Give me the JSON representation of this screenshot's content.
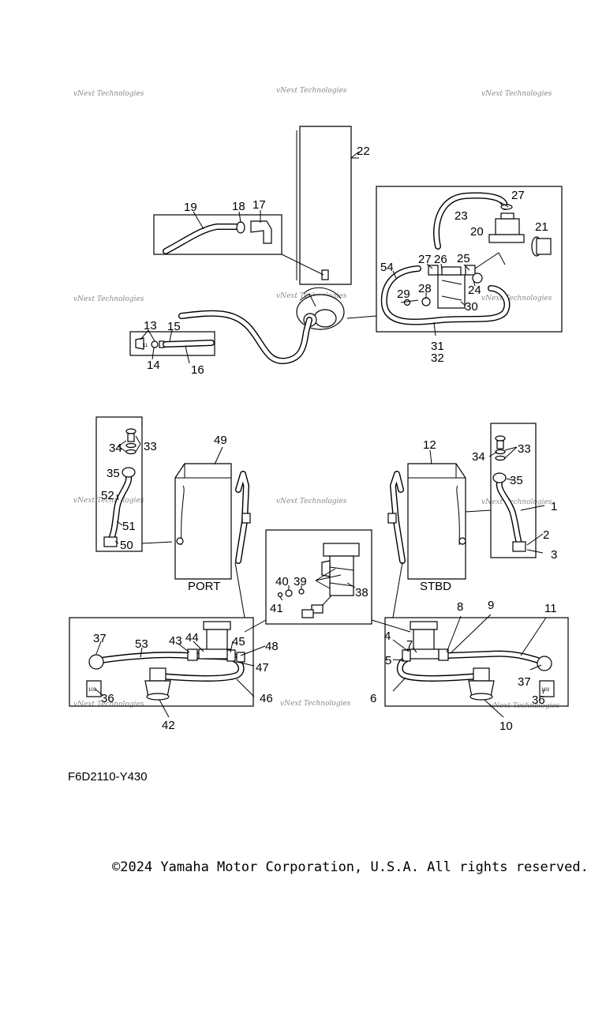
{
  "diagram": {
    "section_labels": {
      "port": "PORT",
      "stbd": "STBD"
    },
    "watermark": "vNext Technologies",
    "callouts": [
      {
        "id": "c1",
        "text": "1"
      },
      {
        "id": "c2",
        "text": "2"
      },
      {
        "id": "c3",
        "text": "3"
      },
      {
        "id": "c4",
        "text": "4"
      },
      {
        "id": "c5",
        "text": "5"
      },
      {
        "id": "c6",
        "text": "6"
      },
      {
        "id": "c7",
        "text": "7"
      },
      {
        "id": "c8",
        "text": "8"
      },
      {
        "id": "c9",
        "text": "9"
      },
      {
        "id": "c10",
        "text": "10"
      },
      {
        "id": "c11",
        "text": "11"
      },
      {
        "id": "c12",
        "text": "12"
      },
      {
        "id": "c13",
        "text": "13"
      },
      {
        "id": "c14",
        "text": "14"
      },
      {
        "id": "c15",
        "text": "15"
      },
      {
        "id": "c16",
        "text": "16"
      },
      {
        "id": "c17",
        "text": "17"
      },
      {
        "id": "c18",
        "text": "18"
      },
      {
        "id": "c19",
        "text": "19"
      },
      {
        "id": "c20",
        "text": "20"
      },
      {
        "id": "c21",
        "text": "21"
      },
      {
        "id": "c22",
        "text": "22"
      },
      {
        "id": "c23",
        "text": "23"
      },
      {
        "id": "c24",
        "text": "24"
      },
      {
        "id": "c25",
        "text": "25"
      },
      {
        "id": "c26",
        "text": "26"
      },
      {
        "id": "c27a",
        "text": "27"
      },
      {
        "id": "c27b",
        "text": "27"
      },
      {
        "id": "c28",
        "text": "28"
      },
      {
        "id": "c29",
        "text": "29"
      },
      {
        "id": "c30",
        "text": "30"
      },
      {
        "id": "c31",
        "text": "31"
      },
      {
        "id": "c32",
        "text": "32"
      },
      {
        "id": "c33a",
        "text": "33"
      },
      {
        "id": "c33b",
        "text": "33"
      },
      {
        "id": "c34a",
        "text": "34"
      },
      {
        "id": "c34b",
        "text": "34"
      },
      {
        "id": "c35a",
        "text": "35"
      },
      {
        "id": "c35b",
        "text": "35"
      },
      {
        "id": "c36a",
        "text": "36"
      },
      {
        "id": "c36b",
        "text": "36"
      },
      {
        "id": "c37a",
        "text": "37"
      },
      {
        "id": "c37b",
        "text": "37"
      },
      {
        "id": "c38",
        "text": "38"
      },
      {
        "id": "c39",
        "text": "39"
      },
      {
        "id": "c40",
        "text": "40"
      },
      {
        "id": "c41",
        "text": "41"
      },
      {
        "id": "c42",
        "text": "42"
      },
      {
        "id": "c43",
        "text": "43"
      },
      {
        "id": "c44",
        "text": "44"
      },
      {
        "id": "c45",
        "text": "45"
      },
      {
        "id": "c46",
        "text": "46"
      },
      {
        "id": "c47",
        "text": "47"
      },
      {
        "id": "c48",
        "text": "48"
      },
      {
        "id": "c49",
        "text": "49"
      },
      {
        "id": "c50",
        "text": "50"
      },
      {
        "id": "c51",
        "text": "51"
      },
      {
        "id": "c52",
        "text": "52"
      },
      {
        "id": "c53",
        "text": "53"
      },
      {
        "id": "c54",
        "text": "54"
      }
    ]
  },
  "figure_code": "F6D2110-Y430",
  "copyright": "©2024 Yamaha Motor Corporation, U.S.A. All rights reserved."
}
